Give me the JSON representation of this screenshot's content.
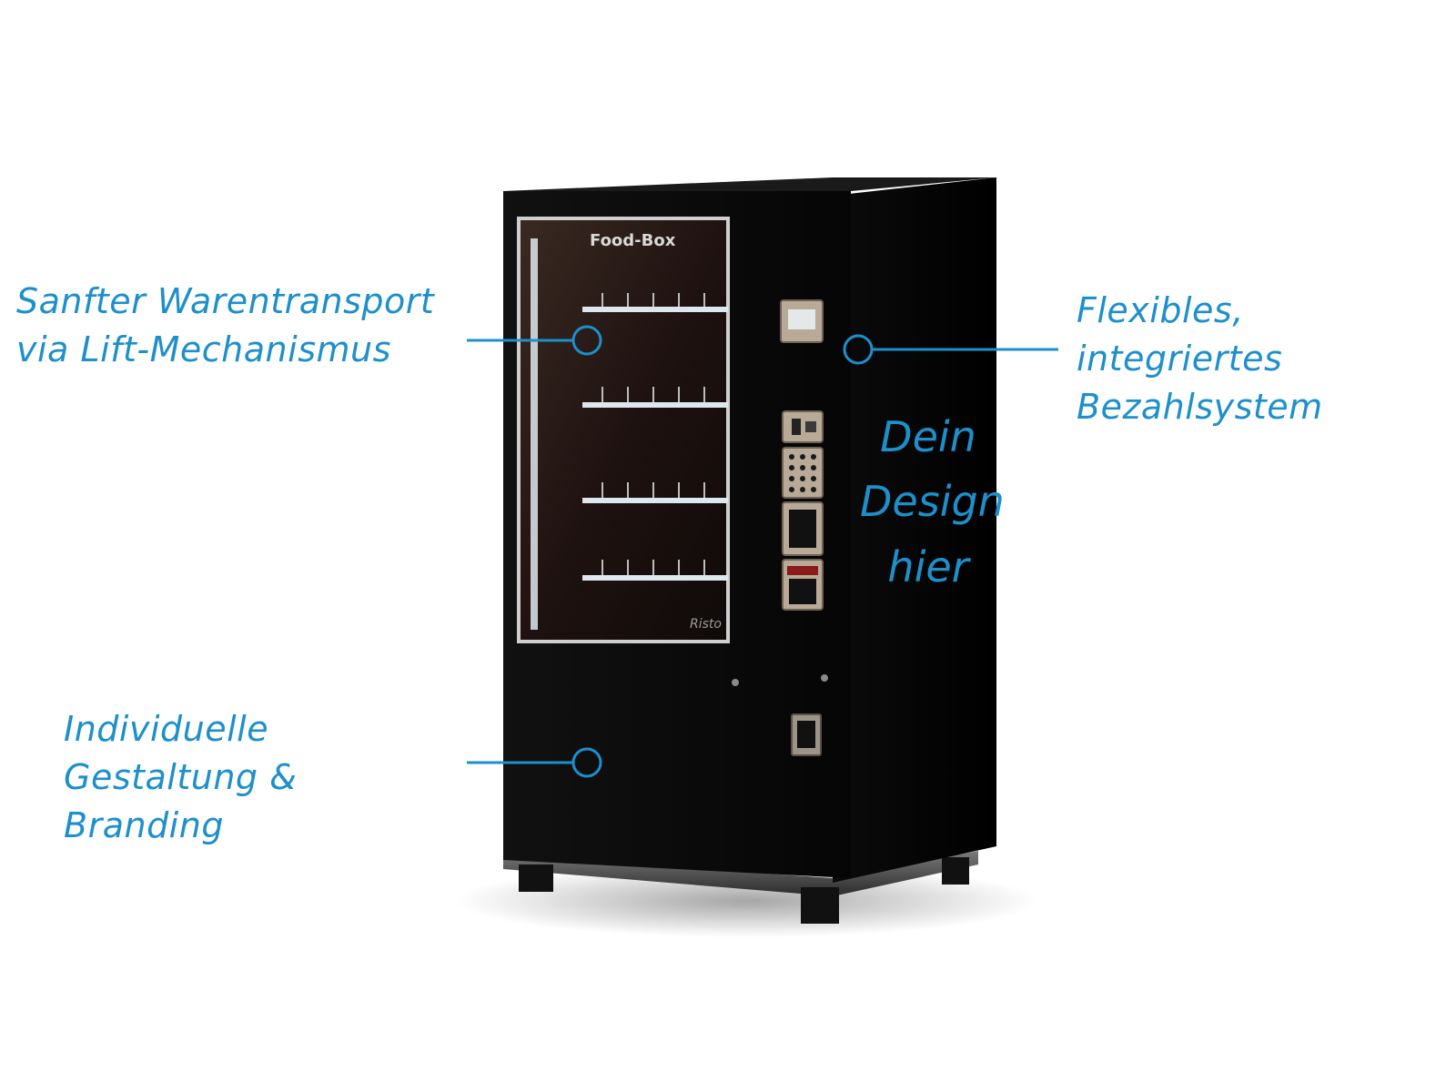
{
  "machine": {
    "brand_header": "Food-Box",
    "maker_logo": "Risto"
  },
  "callouts": [
    {
      "id": "lift",
      "text": "Sanfter Warentransport\nvia Lift-Mechanismus"
    },
    {
      "id": "payment",
      "text": "Flexibles, integriertes\nBezahlsystem"
    },
    {
      "id": "branding",
      "text": "Individuelle\nGestaltung & Branding"
    }
  ],
  "side_panel": {
    "text": "Dein\nDesign\nhier"
  },
  "colors": {
    "accent": "#1d8fcb",
    "machine_body": "#050505",
    "background": "#ffffff"
  }
}
